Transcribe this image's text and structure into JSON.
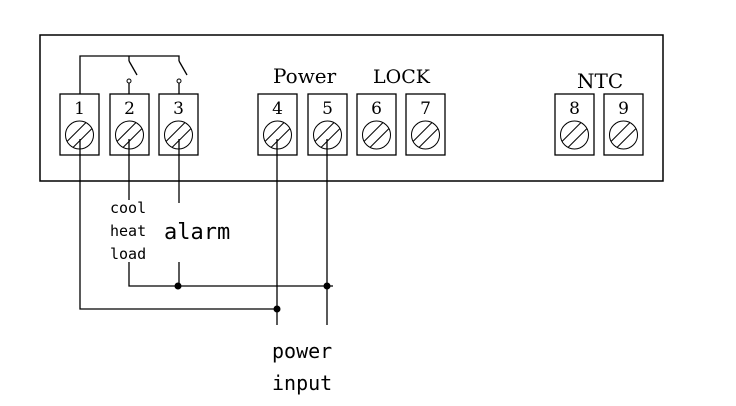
{
  "diagram": {
    "type": "wiring-diagram",
    "group_labels": {
      "power": "Power",
      "lock": "LOCK",
      "ntc": "NTC"
    },
    "terminals": [
      {
        "number": "1",
        "color": "#000000"
      },
      {
        "number": "2",
        "color": "#000000"
      },
      {
        "number": "3",
        "color": "#000000"
      },
      {
        "number": "4",
        "color": "#808080"
      },
      {
        "number": "5",
        "color": "#000000"
      },
      {
        "number": "6",
        "color": "#000000"
      },
      {
        "number": "7",
        "color": "#000000"
      },
      {
        "number": "8",
        "color": "#000000"
      },
      {
        "number": "9",
        "color": "#000000"
      }
    ],
    "load_labels": [
      "cool",
      "heat",
      "load"
    ],
    "alarm_label": "alarm",
    "power_input_labels": [
      "power",
      "input"
    ],
    "connections": [
      {
        "from": "1",
        "to": "2",
        "via": "relay-switch"
      },
      {
        "from": "1",
        "to": "3",
        "via": "relay-switch"
      },
      {
        "from": "2",
        "to": "5",
        "via": "cool/heat load"
      },
      {
        "from": "3",
        "to": "5",
        "via": "alarm"
      },
      {
        "from": "1",
        "to": "4",
        "via": "power input"
      }
    ]
  }
}
